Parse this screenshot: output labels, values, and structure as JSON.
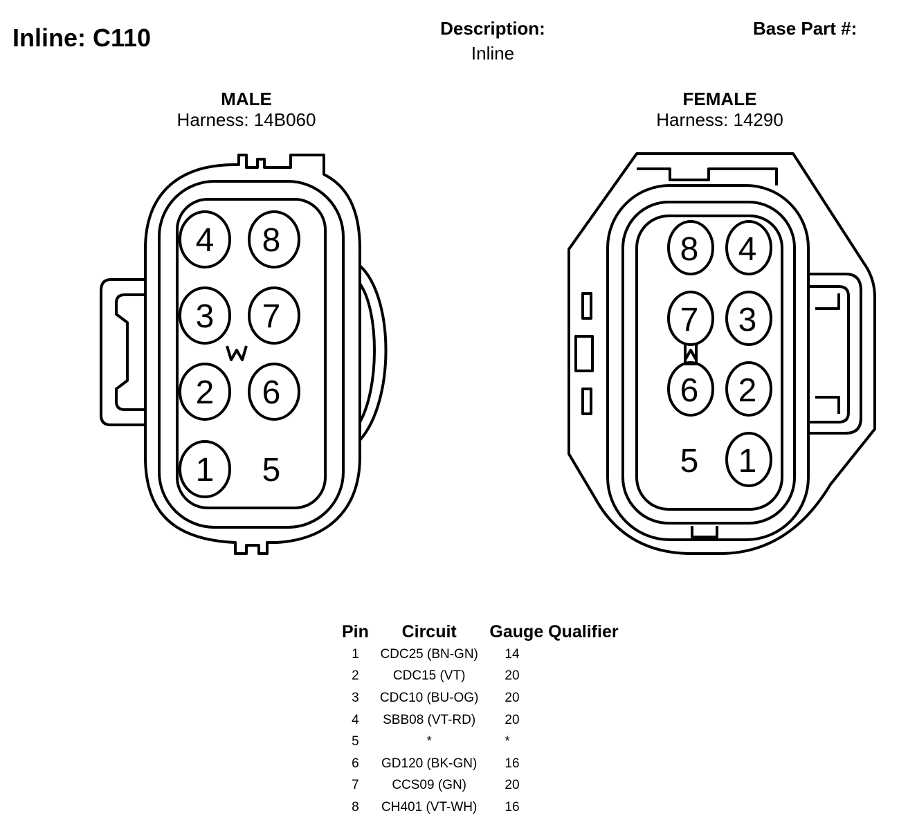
{
  "header": {
    "title": "Inline: C110",
    "description_label": "Description:",
    "description_value": "Inline",
    "base_part_label": "Base Part #:"
  },
  "male": {
    "title": "MALE",
    "harness": "Harness: 14B060",
    "pin_labels": [
      "4",
      "8",
      "3",
      "7",
      "2",
      "6",
      "1",
      "5"
    ]
  },
  "female": {
    "title": "FEMALE",
    "harness": "Harness: 14290",
    "pin_labels": [
      "8",
      "4",
      "7",
      "3",
      "6",
      "2",
      "5",
      "1"
    ]
  },
  "table": {
    "headers": {
      "pin": "Pin",
      "circuit": "Circuit",
      "gauge": "Gauge",
      "qualifier": "Qualifier"
    },
    "rows": [
      {
        "pin": "1",
        "circuit": "CDC25 (BN-GN)",
        "gauge": "14"
      },
      {
        "pin": "2",
        "circuit": "CDC15 (VT)",
        "gauge": "20"
      },
      {
        "pin": "3",
        "circuit": "CDC10 (BU-OG)",
        "gauge": "20"
      },
      {
        "pin": "4",
        "circuit": "SBB08 (VT-RD)",
        "gauge": "20"
      },
      {
        "pin": "5",
        "circuit": "*",
        "gauge": "*"
      },
      {
        "pin": "6",
        "circuit": "GD120 (BK-GN)",
        "gauge": "16"
      },
      {
        "pin": "7",
        "circuit": "CCS09 (GN)",
        "gauge": "20"
      },
      {
        "pin": "8",
        "circuit": "CH401 (VT-WH)",
        "gauge": "16"
      }
    ]
  }
}
